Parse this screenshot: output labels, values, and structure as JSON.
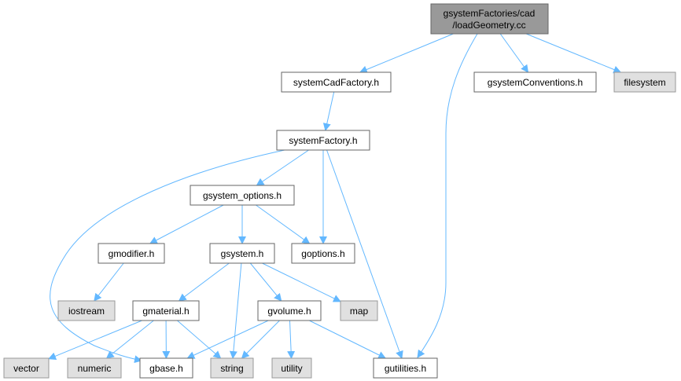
{
  "diagram": {
    "type": "include-dependency-graph",
    "colors": {
      "edge": "#63b8ff",
      "root_fill": "#999999",
      "root_border": "#666666",
      "node_fill": "#ffffff",
      "node_border": "#666666",
      "external_fill": "#e0e0e0",
      "external_border": "#999999"
    },
    "root": {
      "id": "root",
      "label_line1": "gsystemFactories/cad",
      "label_line2": "/loadGeometry.cc"
    },
    "nodes": [
      {
        "id": "systemCadFactory",
        "label": "systemCadFactory.h",
        "kind": "header"
      },
      {
        "id": "gsystemConventions",
        "label": "gsystemConventions.h",
        "kind": "header"
      },
      {
        "id": "filesystem",
        "label": "filesystem",
        "kind": "external"
      },
      {
        "id": "systemFactory",
        "label": "systemFactory.h",
        "kind": "header"
      },
      {
        "id": "gsystem_options",
        "label": "gsystem_options.h",
        "kind": "header"
      },
      {
        "id": "gmodifier",
        "label": "gmodifier.h",
        "kind": "header"
      },
      {
        "id": "gsystem",
        "label": "gsystem.h",
        "kind": "header"
      },
      {
        "id": "goptions",
        "label": "goptions.h",
        "kind": "header"
      },
      {
        "id": "iostream",
        "label": "iostream",
        "kind": "external"
      },
      {
        "id": "gmaterial",
        "label": "gmaterial.h",
        "kind": "header"
      },
      {
        "id": "gvolume",
        "label": "gvolume.h",
        "kind": "header"
      },
      {
        "id": "map",
        "label": "map",
        "kind": "external"
      },
      {
        "id": "vector",
        "label": "vector",
        "kind": "external"
      },
      {
        "id": "numeric",
        "label": "numeric",
        "kind": "external"
      },
      {
        "id": "gbase",
        "label": "gbase.h",
        "kind": "header"
      },
      {
        "id": "string",
        "label": "string",
        "kind": "external"
      },
      {
        "id": "utility",
        "label": "utility",
        "kind": "external"
      },
      {
        "id": "gutilities",
        "label": "gutilities.h",
        "kind": "header"
      }
    ],
    "edges": [
      {
        "from": "root",
        "to": "systemCadFactory"
      },
      {
        "from": "root",
        "to": "gsystemConventions"
      },
      {
        "from": "root",
        "to": "filesystem"
      },
      {
        "from": "root",
        "to": "gutilities"
      },
      {
        "from": "systemCadFactory",
        "to": "systemFactory"
      },
      {
        "from": "systemFactory",
        "to": "gsystem_options"
      },
      {
        "from": "systemFactory",
        "to": "goptions"
      },
      {
        "from": "systemFactory",
        "to": "gutilities"
      },
      {
        "from": "systemFactory",
        "to": "gbase"
      },
      {
        "from": "gsystem_options",
        "to": "gmodifier"
      },
      {
        "from": "gsystem_options",
        "to": "gsystem"
      },
      {
        "from": "gsystem_options",
        "to": "goptions"
      },
      {
        "from": "gmodifier",
        "to": "iostream"
      },
      {
        "from": "gsystem",
        "to": "gmaterial"
      },
      {
        "from": "gsystem",
        "to": "string"
      },
      {
        "from": "gsystem",
        "to": "gvolume"
      },
      {
        "from": "gsystem",
        "to": "map"
      },
      {
        "from": "gmaterial",
        "to": "vector"
      },
      {
        "from": "gmaterial",
        "to": "numeric"
      },
      {
        "from": "gmaterial",
        "to": "gbase"
      },
      {
        "from": "gmaterial",
        "to": "string"
      },
      {
        "from": "gvolume",
        "to": "gbase"
      },
      {
        "from": "gvolume",
        "to": "string"
      },
      {
        "from": "gvolume",
        "to": "utility"
      },
      {
        "from": "gvolume",
        "to": "gutilities"
      }
    ]
  }
}
